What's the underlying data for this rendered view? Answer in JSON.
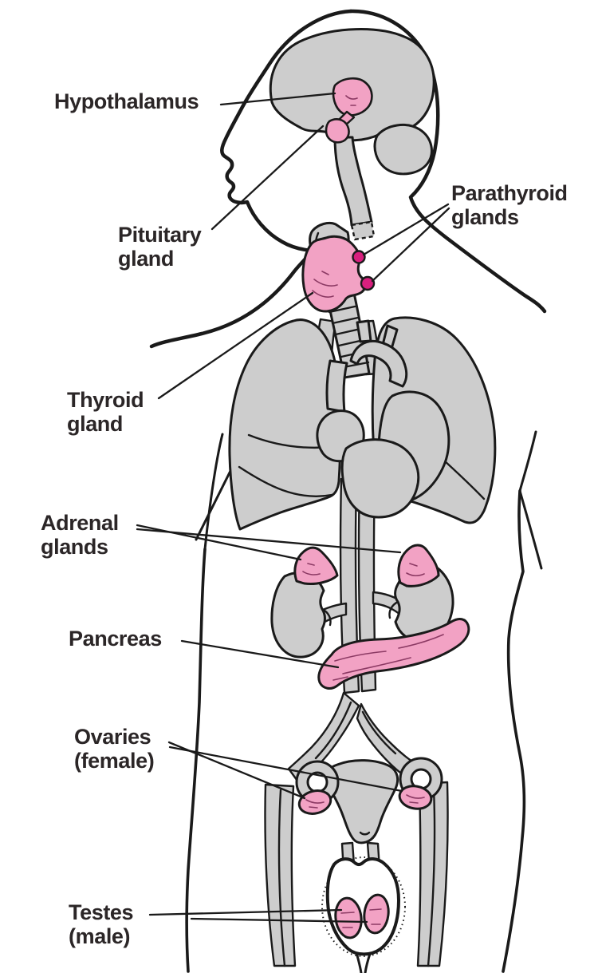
{
  "figure": {
    "type": "anatomy-diagram",
    "subject": "Human endocrine system",
    "body_view": "profile head, frontal torso"
  },
  "colors": {
    "background": "#ffffff",
    "outline": "#1a1a1a",
    "organ_gray": "#cdcdcd",
    "gland_pink": "#f2a2c4",
    "parathyroid_magenta": "#d81f7e",
    "label_text": "#2b2627"
  },
  "labels": [
    {
      "id": "hypothalamus",
      "text": "Hypothalamus"
    },
    {
      "id": "pituitary-gland",
      "text": "Pituitary\ngland"
    },
    {
      "id": "parathyroid-glands",
      "text": "Parathyroid\nglands"
    },
    {
      "id": "thyroid-gland",
      "text": "Thyroid\ngland"
    },
    {
      "id": "adrenal-glands",
      "text": "Adrenal\nglands"
    },
    {
      "id": "pancreas",
      "text": "Pancreas"
    },
    {
      "id": "ovaries",
      "text": "Ovaries\n(female)"
    },
    {
      "id": "testes",
      "text": "Testes\n(male)"
    }
  ]
}
